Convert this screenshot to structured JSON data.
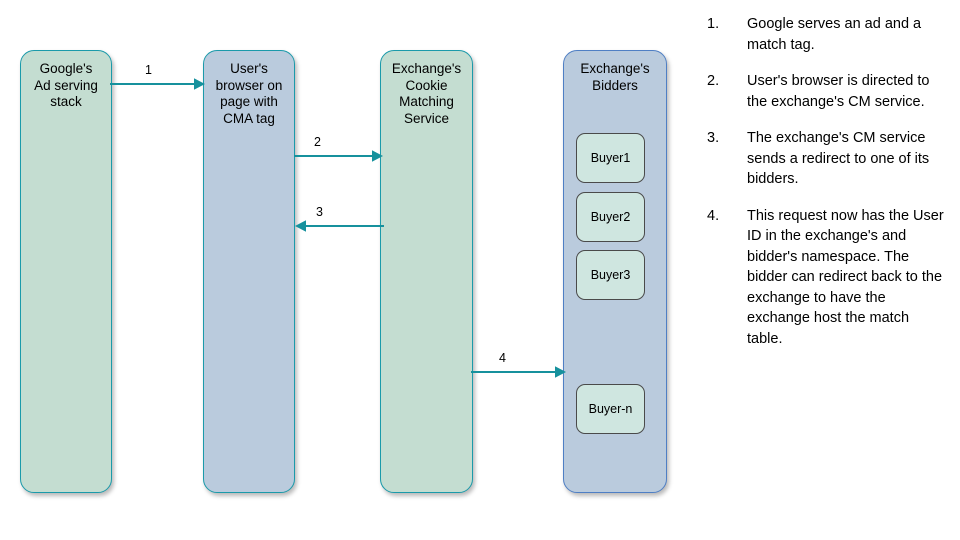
{
  "diagram": {
    "title": "Cookie matching flow between Google ad serving, user browser, exchange CM service and exchange bidders",
    "colors": {
      "green_fill": "#c4ddd1",
      "blue_fill": "#bacbdd",
      "teal_border": "#1b9aaa",
      "blue_border": "#4f7fc4",
      "buyer_fill": "#cfe6e0",
      "buyer_border": "#4a4a4a",
      "arrow": "#16919d",
      "text": "#000000",
      "background": "#ffffff"
    },
    "pillars": [
      {
        "id": "google",
        "label": "Google's\nAd serving\nstack"
      },
      {
        "id": "browser",
        "label": "User's\nbrowser on\npage with\nCMA tag"
      },
      {
        "id": "cms",
        "label": "Exchange's\nCookie\nMatching\nService"
      },
      {
        "id": "bidders",
        "label": "Exchange's\nBidders"
      }
    ],
    "buyers": [
      {
        "id": "buyer1",
        "label": "Buyer1"
      },
      {
        "id": "buyer2",
        "label": "Buyer2"
      },
      {
        "id": "buyer3",
        "label": "Buyer3"
      },
      {
        "id": "buyern",
        "label": "Buyer-n"
      }
    ],
    "arrows": [
      {
        "id": "arrow1",
        "label": "1",
        "from": "google",
        "to": "browser",
        "direction": "right"
      },
      {
        "id": "arrow2",
        "label": "2",
        "from": "browser",
        "to": "cms",
        "direction": "right"
      },
      {
        "id": "arrow3",
        "label": "3",
        "from": "cms",
        "to": "browser",
        "direction": "left"
      },
      {
        "id": "arrow4",
        "label": "4",
        "from": "cms",
        "to": "bidders",
        "direction": "right"
      }
    ]
  },
  "legend": {
    "items": [
      {
        "number": "1.",
        "text": "Google serves an ad and a match tag."
      },
      {
        "number": "2.",
        "text": "User's browser is directed to the exchange's CM service."
      },
      {
        "number": "3.",
        "text": "The exchange's CM service sends a redirect to one of its bidders."
      },
      {
        "number": "4.",
        "text": "This request now has the User ID in the exchange's and bidder's namespace. The bidder can redirect back to the exchange to have the exchange host the match table."
      }
    ]
  }
}
